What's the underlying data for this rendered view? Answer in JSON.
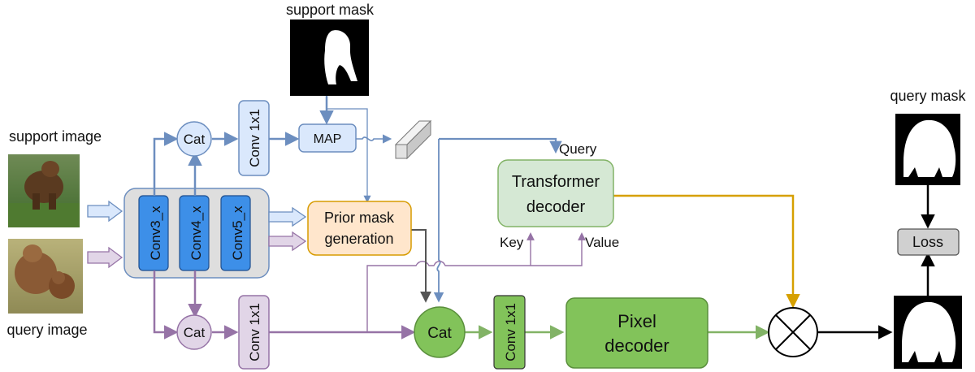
{
  "labels": {
    "support_mask": "support mask",
    "support_image": "support image",
    "query_image": "query image",
    "query_mask": "query mask",
    "cat_top": "Cat",
    "cat_bottom": "Cat",
    "cat_center": "Cat",
    "conv1x1_top": "Conv 1x1",
    "conv1x1_bottom": "Conv 1x1",
    "conv1x1_mid": "Conv 1x1",
    "map": "MAP",
    "conv3": "Conv3_x",
    "conv4": "Conv4_x",
    "conv5": "Conv5_x",
    "prior_line1": "Prior mask",
    "prior_line2": "generation",
    "transformer_line1": "Transformer",
    "transformer_line2": "decoder",
    "pixel_line1": "Pixel",
    "pixel_line2": "decoder",
    "query": "Query",
    "key": "Key",
    "value": "Value",
    "loss": "Loss"
  },
  "colors": {
    "support_path": "#6c8ebf",
    "query_path": "#9673a6",
    "green_path": "#82b366",
    "orange_path": "#d6a000",
    "prior_path": "#555555",
    "blue_fill": "#dae8fc",
    "blue_block": "#3d8fe8",
    "purple_fill": "#e1d5e7",
    "orange_fill": "#ffe6cc",
    "green_light": "#d5e8d4",
    "green_fill": "#97d077",
    "backbone_fill": "#dedede",
    "loss_fill": "#d0d0d0"
  }
}
